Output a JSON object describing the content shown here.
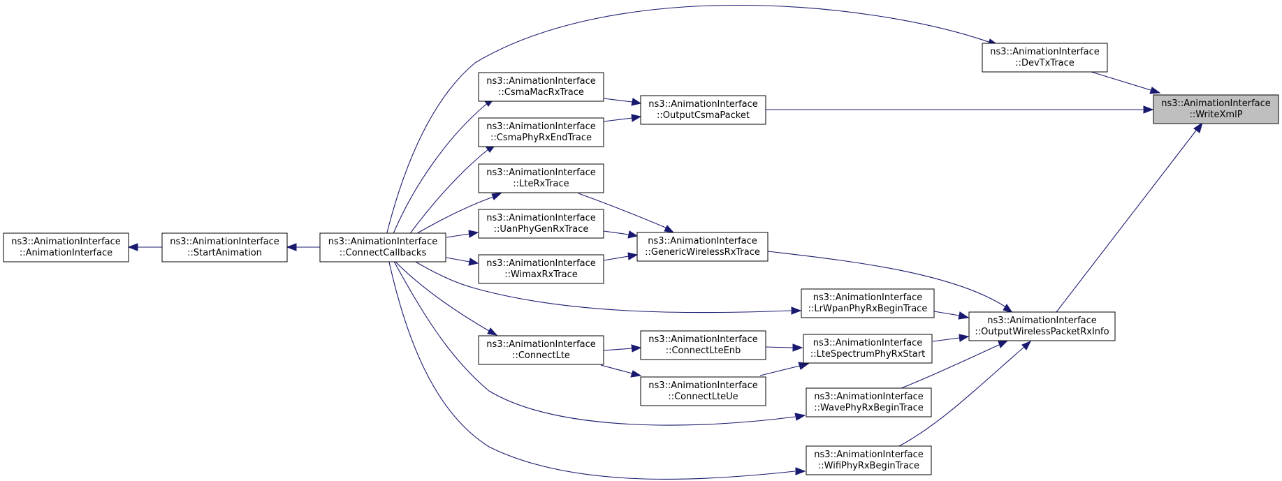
{
  "colors": {
    "edge": "#191970",
    "highlight": "#bfbfbf",
    "border": "#000000"
  },
  "nodes": [
    {
      "id": "writexmlp",
      "line1": "ns3::AnimationInterface",
      "line2": "::WriteXmlP"
    },
    {
      "id": "devtxtrace",
      "line1": "ns3::AnimationInterface",
      "line2": "::DevTxTrace"
    },
    {
      "id": "outputcsmapacket",
      "line1": "ns3::AnimationInterface",
      "line2": "::OutputCsmaPacket"
    },
    {
      "id": "csmamacrxtrace",
      "line1": "ns3::AnimationInterface",
      "line2": "::CsmaMacRxTrace"
    },
    {
      "id": "csmaphyrxendtrace",
      "line1": "ns3::AnimationInterface",
      "line2": "::CsmaPhyRxEndTrace"
    },
    {
      "id": "lterxtrace",
      "line1": "ns3::AnimationInterface",
      "line2": "::LteRxTrace"
    },
    {
      "id": "uanphygenrxtrace",
      "line1": "ns3::AnimationInterface",
      "line2": "::UanPhyGenRxTrace"
    },
    {
      "id": "wimaxrxtrace",
      "line1": "ns3::AnimationInterface",
      "line2": "::WimaxRxTrace"
    },
    {
      "id": "genericwirelessrxtrace",
      "line1": "ns3::AnimationInterface",
      "line2": "::GenericWirelessRxTrace"
    },
    {
      "id": "connectcallbacks",
      "line1": "ns3::AnimationInterface",
      "line2": "::ConnectCallbacks"
    },
    {
      "id": "startanimation",
      "line1": "ns3::AnimationInterface",
      "line2": "::StartAnimation"
    },
    {
      "id": "animationinterface",
      "line1": "ns3::AnimationInterface",
      "line2": "::AnimationInterface"
    },
    {
      "id": "lrwpanphyrxbegintrace",
      "line1": "ns3::AnimationInterface",
      "line2": "::LrWpanPhyRxBeginTrace"
    },
    {
      "id": "outputwirelesspacketrxinfo",
      "line1": "ns3::AnimationInterface",
      "line2": "::OutputWirelessPacketRxInfo"
    },
    {
      "id": "connectlte",
      "line1": "ns3::AnimationInterface",
      "line2": "::ConnectLte"
    },
    {
      "id": "connectlteenb",
      "line1": "ns3::AnimationInterface",
      "line2": "::ConnectLteEnb"
    },
    {
      "id": "ltespectrumphyrxstart",
      "line1": "ns3::AnimationInterface",
      "line2": "::LteSpectrumPhyRxStart"
    },
    {
      "id": "connectlteue",
      "line1": "ns3::AnimationInterface",
      "line2": "::ConnectLteUe"
    },
    {
      "id": "wavephyrxbegintrace",
      "line1": "ns3::AnimationInterface",
      "line2": "::WavePhyRxBeginTrace"
    },
    {
      "id": "wifiphyrxbegintrace",
      "line1": "ns3::AnimationInterface",
      "line2": "::WifiPhyRxBeginTrace"
    }
  ]
}
